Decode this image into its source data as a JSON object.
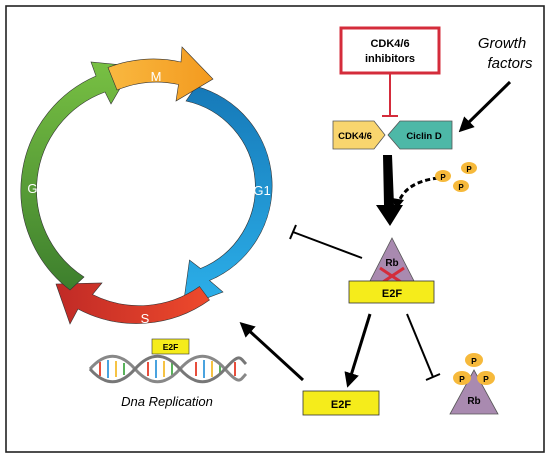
{
  "cycle": {
    "phases": [
      "M",
      "G1",
      "S",
      "G2"
    ]
  },
  "inhibitor_box": {
    "line1": "CDK4/6",
    "line2": "inhibitors"
  },
  "growth_factors": {
    "line1": "Growth",
    "line2": "factors"
  },
  "complex": {
    "cdk": "CDK4/6",
    "cyclin": "Ciclin D"
  },
  "phosphate": "P",
  "rb_complex": {
    "rb": "Rb",
    "e2f": "E2F"
  },
  "free_e2f": "E2F",
  "phospho_rb": "Rb",
  "dna": {
    "e2f_label": "E2F",
    "caption": "Dna Replication"
  },
  "colors": {
    "m_phase": "#f7a733",
    "g1_phase": "#1e9ad6",
    "s_phase": "#d9352a",
    "g2_phase": "#5aa33c",
    "inhibitor_border": "#d42c3b",
    "cdk": "#f9d56e",
    "cyclin": "#4db8a7",
    "phosphate": "#f6b93b",
    "rb": "#a98ab0",
    "e2f": "#f5ec1b"
  }
}
